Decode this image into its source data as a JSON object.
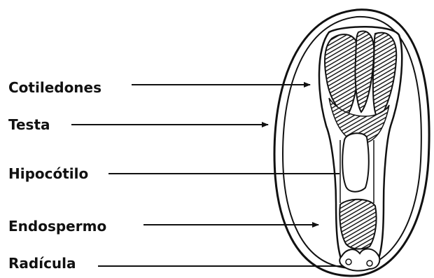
{
  "labels": {
    "cotiledones": "Cotiledones",
    "testa": "Testa",
    "hipocotilo": "Hipocótilo",
    "endospermo": "Endospermo",
    "radicula": "Radícula"
  },
  "colors": {
    "ink": "#111111",
    "background": "#ffffff",
    "hatch": "#1a1a1a"
  }
}
